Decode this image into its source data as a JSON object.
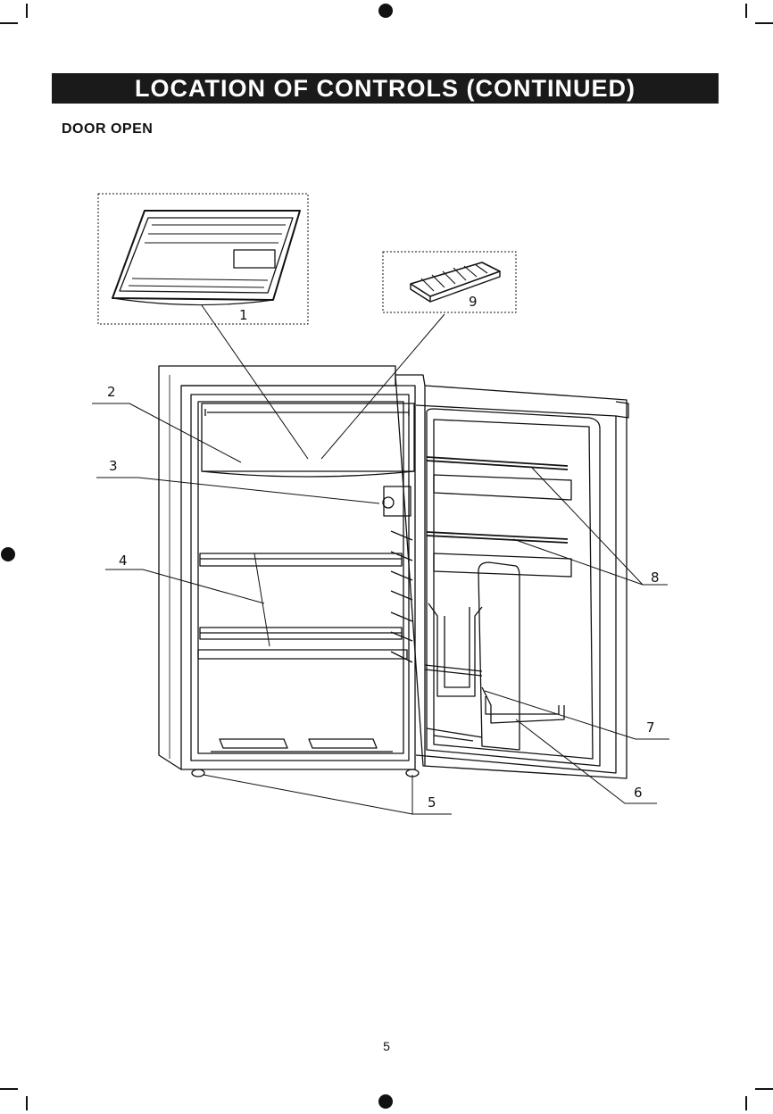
{
  "header": {
    "title": "LOCATION OF CONTROLS  (CONTINUED)",
    "subtitle": "DOOR OPEN"
  },
  "callouts": [
    "1",
    "2",
    "3",
    "4",
    "5",
    "6",
    "7",
    "8",
    "9"
  ],
  "footer": {
    "page_number": "5"
  },
  "colors": {
    "banner_bg": "#1a1a1a",
    "banner_text": "#ffffff",
    "line": "#111111"
  }
}
